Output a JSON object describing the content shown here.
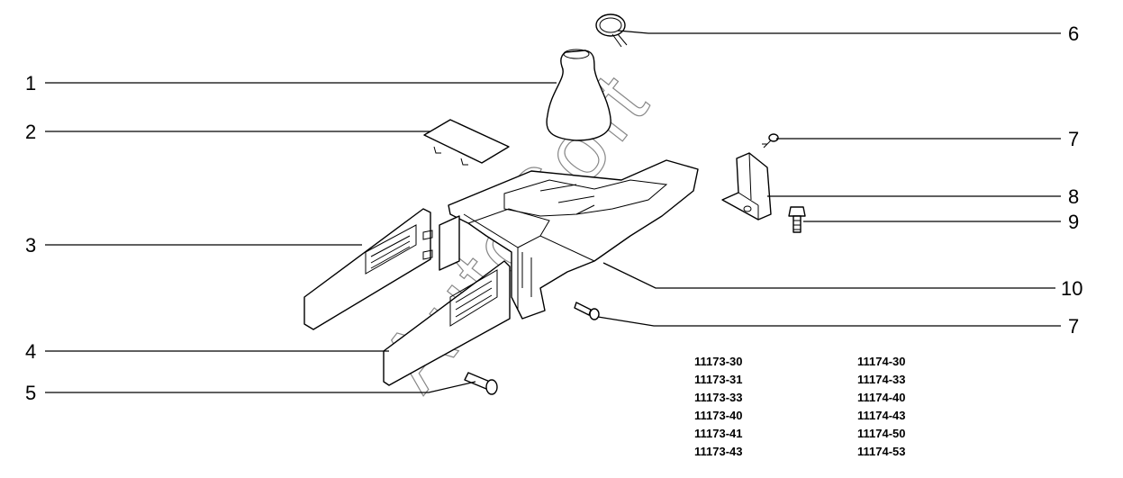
{
  "callouts": [
    {
      "number": "1"
    },
    {
      "number": "2"
    },
    {
      "number": "3"
    },
    {
      "number": "4"
    },
    {
      "number": "5"
    },
    {
      "number": "6"
    },
    {
      "number": "7"
    },
    {
      "number": "8"
    },
    {
      "number": "9"
    },
    {
      "number": "10"
    },
    {
      "number": "7"
    }
  ],
  "codes_left": [
    "11173-30",
    "11173-31",
    "11173-33",
    "11173-40",
    "11173-41",
    "11173-43"
  ],
  "codes_right": [
    "11174-30",
    "11174-33",
    "11174-40",
    "11174-43",
    "11174-50",
    "11174-53"
  ],
  "watermark": "AutoSoft"
}
